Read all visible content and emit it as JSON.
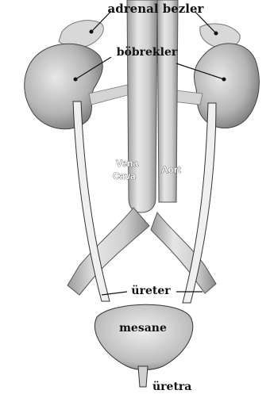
{
  "labels": {
    "adrenal": "adrenal bezler",
    "kidneys": "böbrekler",
    "vena_cava": [
      "Vena",
      "Cava"
    ],
    "aorta": "Aort",
    "ureter": "üreter",
    "bladder": "mesane",
    "urethra": "üretra"
  },
  "colors": {
    "organ_fill": "#c9c9c9",
    "organ_dark": "#7a7a7a",
    "vessel_fill": "#e2e2e2",
    "outline": "#2a2a2a",
    "background": "#ffffff"
  }
}
